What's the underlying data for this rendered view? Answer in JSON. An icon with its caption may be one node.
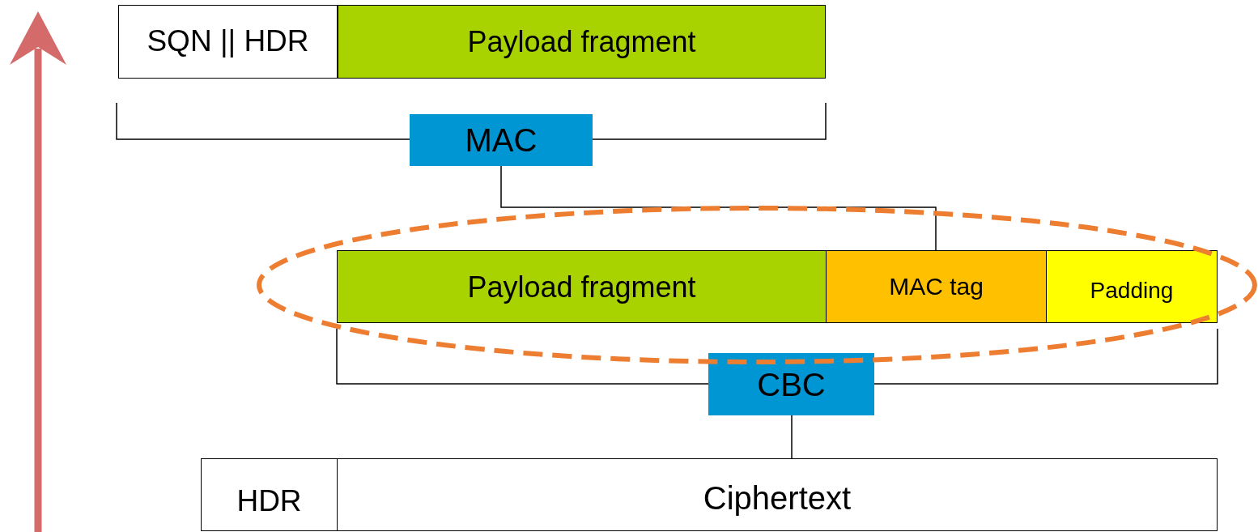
{
  "diagram": {
    "nodes": [
      {
        "text": [
          "SQN || HDR"
        ]
      },
      {
        "text": [
          "Payload fragment"
        ]
      },
      {
        "text": [
          "MAC"
        ]
      },
      {
        "text": [
          "Payload fragment"
        ]
      },
      {
        "text": [
          "MAC tag"
        ]
      },
      {
        "text": [
          "Padding"
        ]
      },
      {
        "text": [
          "CBC"
        ]
      },
      {
        "text": [
          "HDR"
        ]
      },
      {
        "text": [
          "Ciphertext"
        ]
      }
    ],
    "edges": [
      {
        "from": 2,
        "to": 4,
        "arrow": "none"
      },
      {
        "from": 6,
        "to": 8,
        "arrow": "none"
      }
    ]
  }
}
